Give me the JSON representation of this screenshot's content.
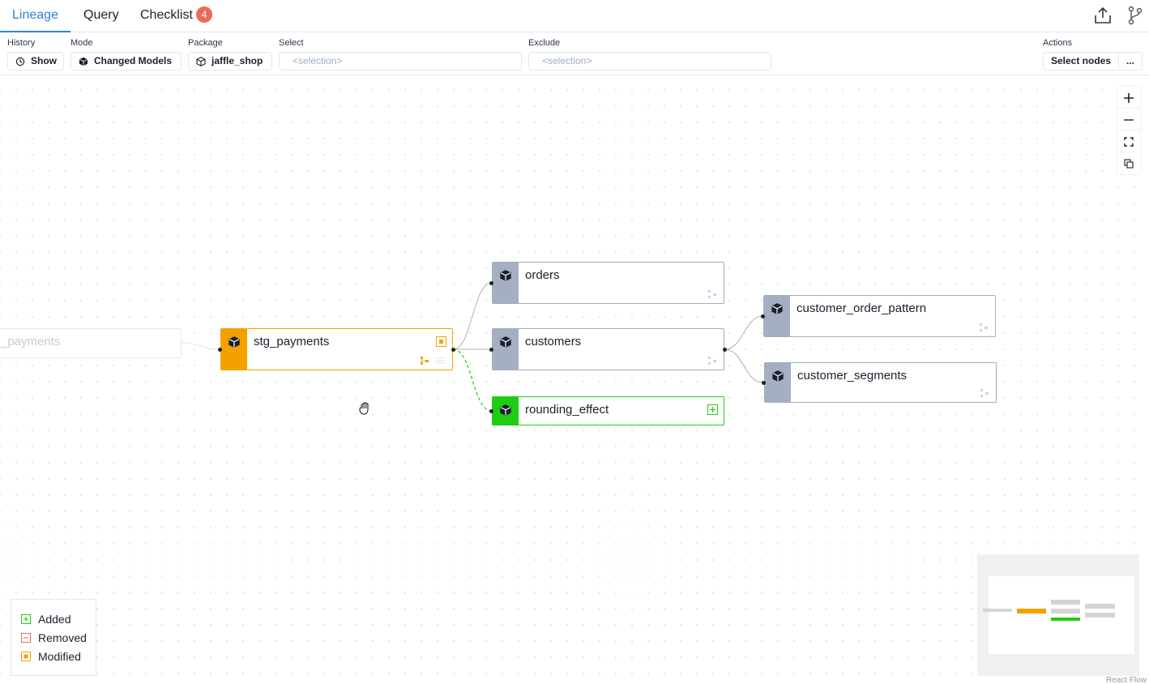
{
  "tabs": [
    {
      "label": "Lineage",
      "active": true
    },
    {
      "label": "Query",
      "active": false
    },
    {
      "label": "Checklist",
      "active": false,
      "badge": "4"
    }
  ],
  "toolbar": {
    "history": {
      "label": "History",
      "button": "Show"
    },
    "mode": {
      "label": "Mode",
      "button": "Changed Models"
    },
    "package": {
      "label": "Package",
      "button": "jaffle_shop"
    },
    "select": {
      "label": "Select",
      "placeholder": "<selection>"
    },
    "exclude": {
      "label": "Exclude",
      "placeholder": "<selection>"
    },
    "actions": {
      "label": "Actions",
      "button": "Select nodes",
      "more": "..."
    }
  },
  "nodes": {
    "faded_payments": {
      "name": "stg_payments",
      "visible_text": "_payments"
    },
    "stg_payments": {
      "name": "stg_payments",
      "status": "modified"
    },
    "orders": {
      "name": "orders",
      "status": "unchanged"
    },
    "customers": {
      "name": "customers",
      "status": "unchanged"
    },
    "rounding_effect": {
      "name": "rounding_effect",
      "status": "added"
    },
    "customer_order_pattern": {
      "name": "customer_order_pattern",
      "status": "unchanged"
    },
    "customer_segments": {
      "name": "customer_segments",
      "status": "unchanged"
    }
  },
  "legend": [
    {
      "label": "Added",
      "color": "#1fcd12"
    },
    {
      "label": "Removed",
      "color": "#e86c57"
    },
    {
      "label": "Modified",
      "color": "#f4a100"
    }
  ],
  "colors": {
    "accent": "#3182ce",
    "modified": "#f4a100",
    "added": "#1fcd12",
    "unchanged": "#a4b0c1",
    "badge": "#e86c57"
  },
  "attribution": "React Flow"
}
